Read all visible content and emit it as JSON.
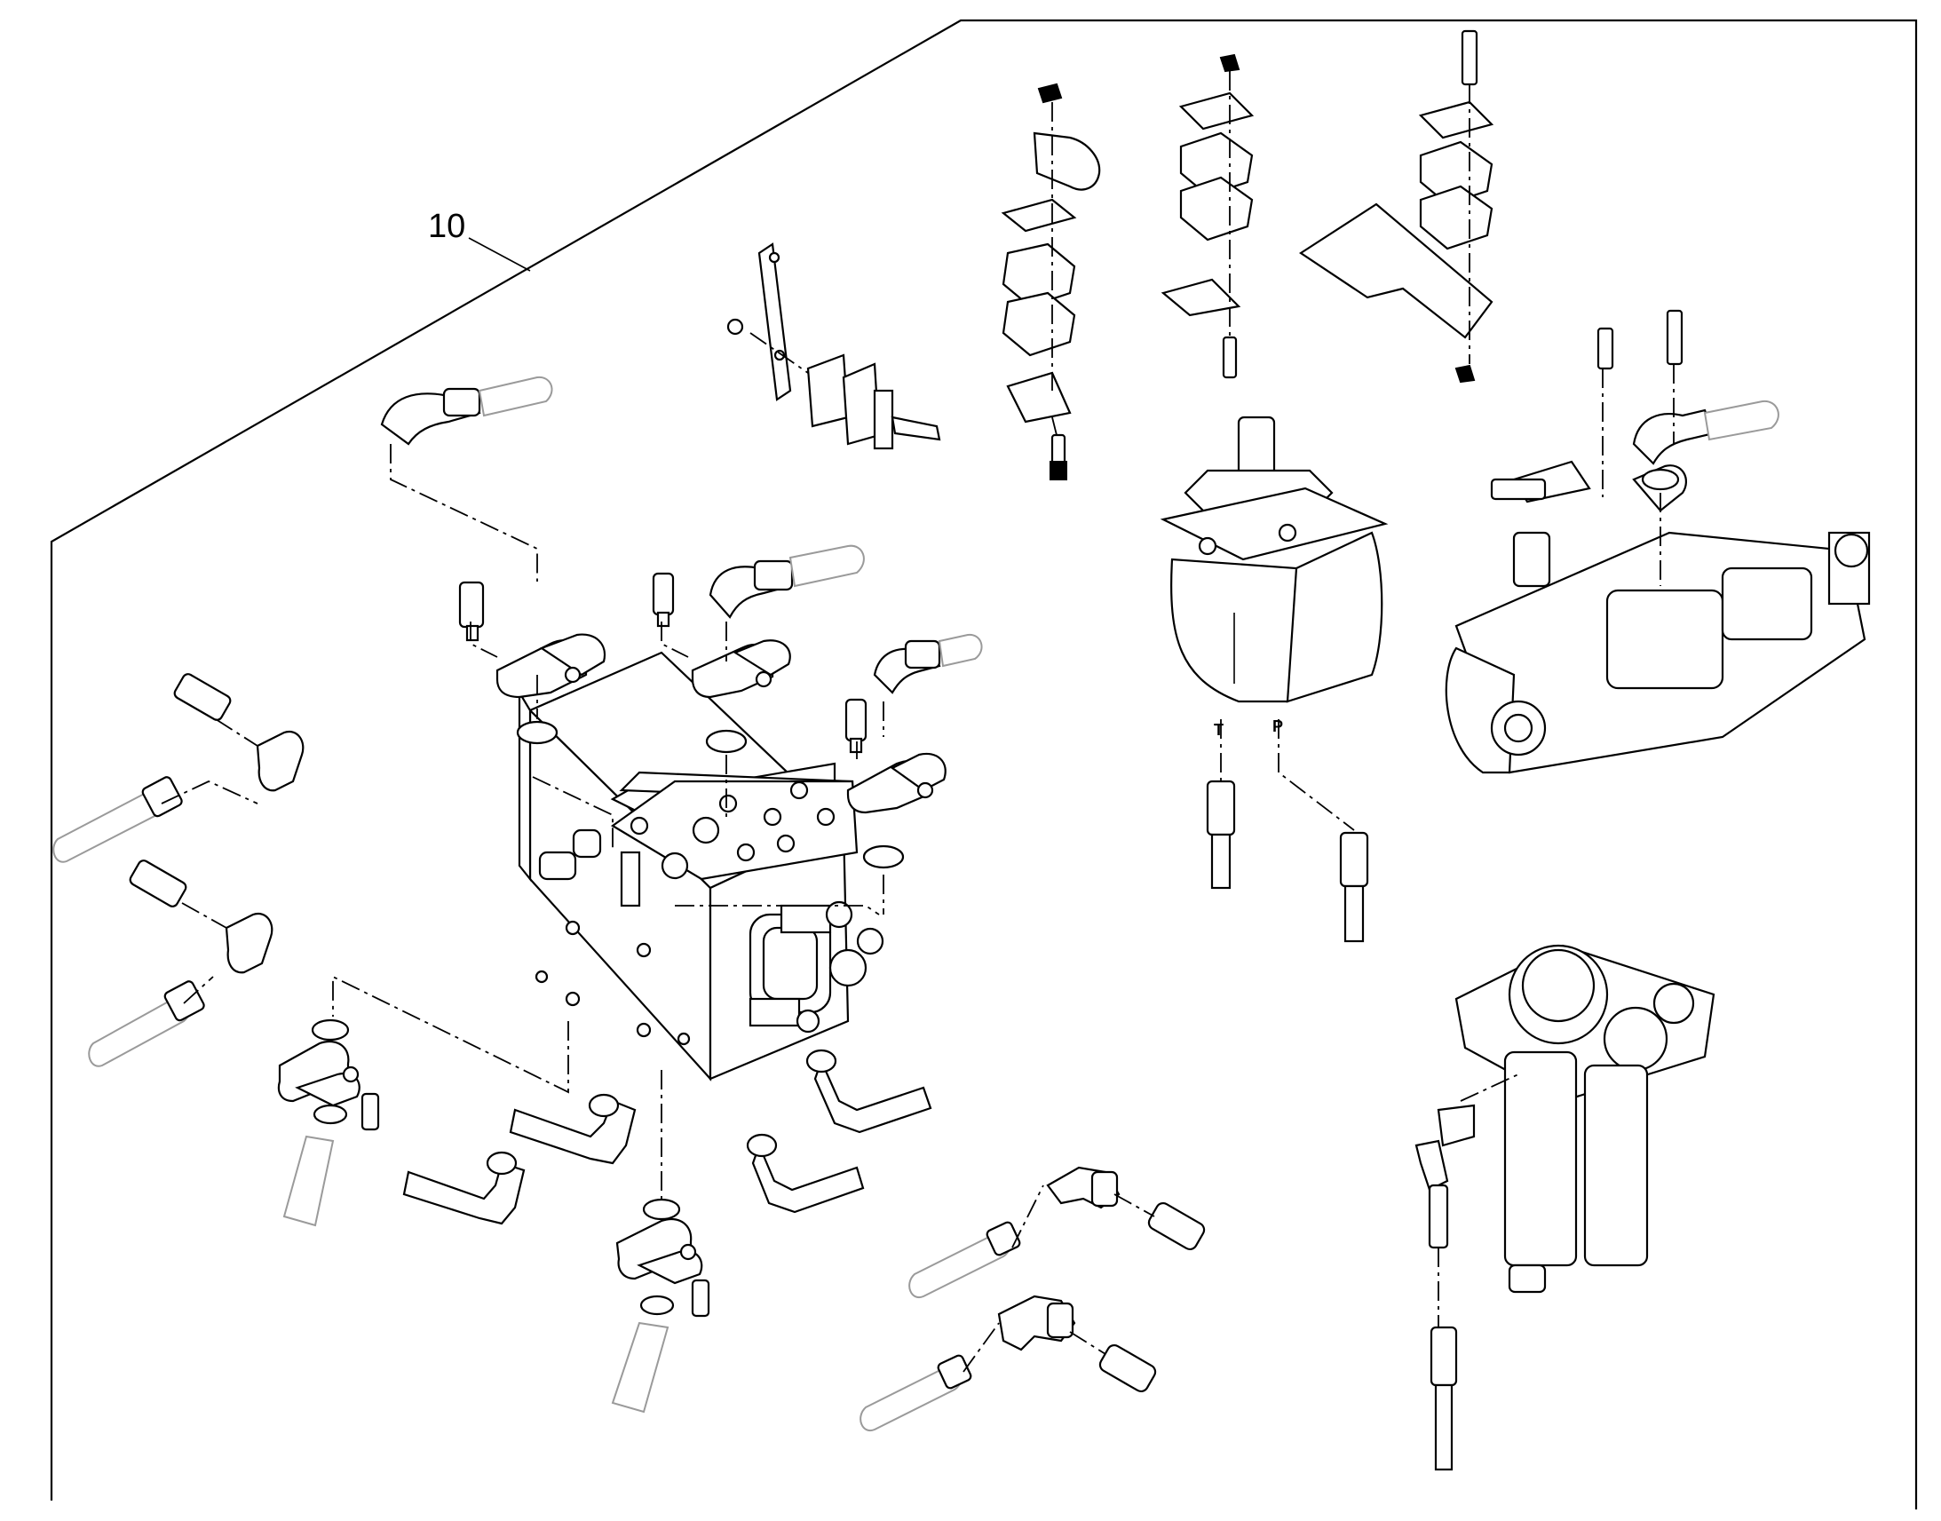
{
  "callout": {
    "number": "10"
  },
  "ports": {
    "tank": "T",
    "pressure": "P"
  },
  "colors": {
    "line": "#000000",
    "background": "#ffffff",
    "faint": "#9a9a9a"
  }
}
